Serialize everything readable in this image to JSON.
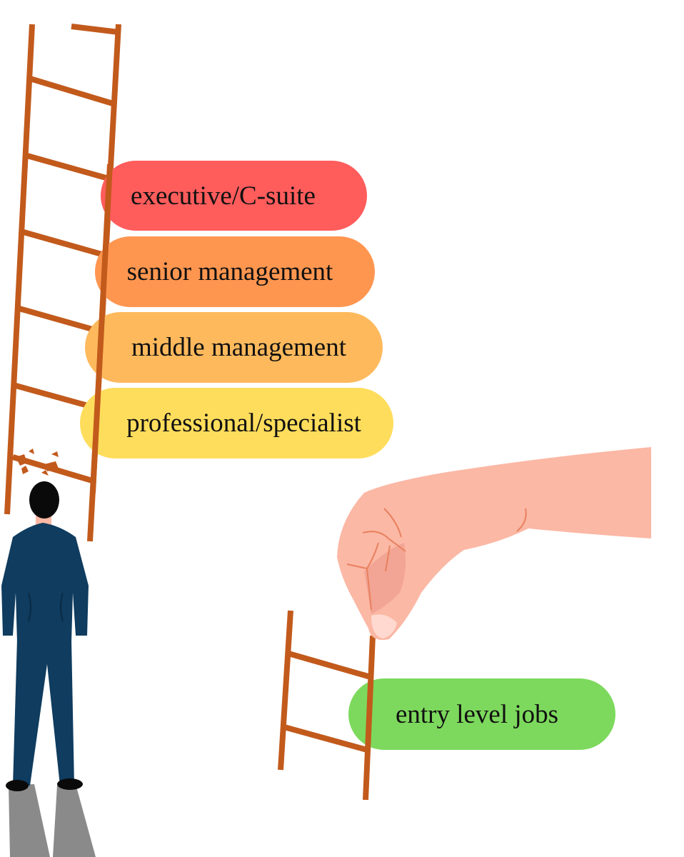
{
  "levels": [
    {
      "label": "executive/C-suite",
      "color": "#ff5c5c"
    },
    {
      "label": "senior management",
      "color": "#ff9650"
    },
    {
      "label": "middle management",
      "color": "#fdb95c"
    },
    {
      "label": "professional/specialist",
      "color": "#ffdd5c"
    }
  ],
  "entry": {
    "label": "entry level jobs",
    "color": "#7dd95d"
  },
  "palette": {
    "ladder": "#c25a1c",
    "suit": "#0f3c5f",
    "hair": "#0a0a0a",
    "skin": "#fbb8a5",
    "skin_line": "#e8805e",
    "shadow": "#8a8a8a"
  }
}
